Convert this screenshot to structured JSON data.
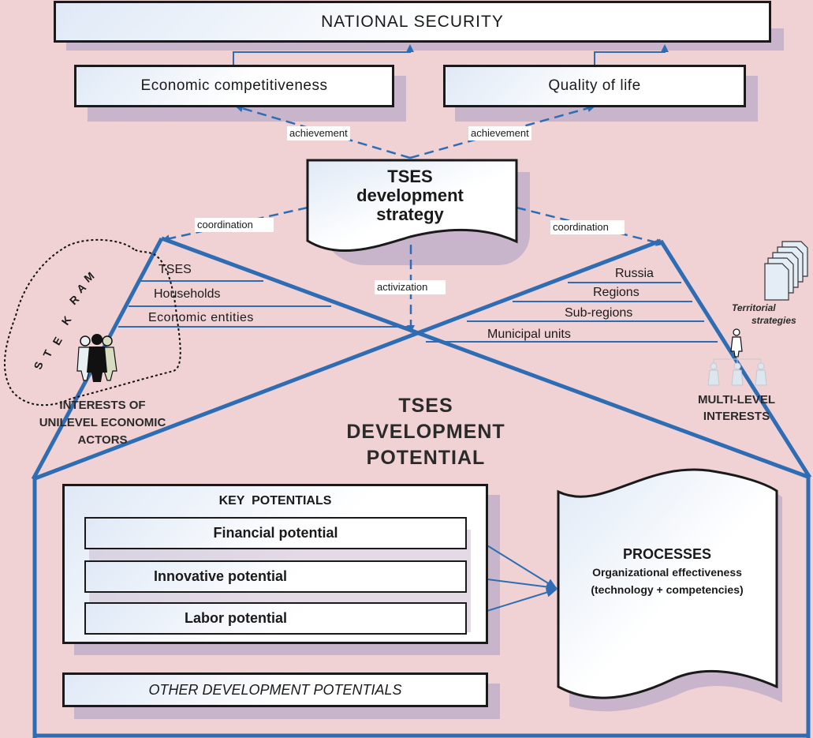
{
  "top": {
    "national_security": "NATIONAL SECURITY",
    "economic_competitiveness": "Economic competitiveness",
    "quality_of_life": "Quality of life"
  },
  "labels": {
    "achievement_left": "achievement",
    "achievement_right": "achievement",
    "coordination_left": "coordination",
    "coordination_right": "coordination",
    "activization": "activization"
  },
  "strategy": {
    "line1": "TSES",
    "line2": "development",
    "line3": "strategy"
  },
  "left_levels": [
    "TSES",
    "Households",
    "Economic entities"
  ],
  "right_levels": [
    "Russia",
    "Regions",
    "Sub-regions",
    "Municipal units"
  ],
  "markets": [
    "M",
    "A",
    "R",
    "K",
    "E",
    "T",
    "S"
  ],
  "unilevel": {
    "line1": "INTERESTS OF",
    "line2": "UNILEVEL ECONOMIC",
    "line3": "ACTORS"
  },
  "multilevel": {
    "line1": "MULTI-LEVEL",
    "line2": "INTERESTS"
  },
  "territorial": {
    "line1": "Territorial",
    "line2": "strategies"
  },
  "potential_title": {
    "line1": "TSES",
    "line2": "DEVELOPMENT",
    "line3": "POTENTIAL"
  },
  "key_potentials": {
    "title": "KEY  POTENTIALS",
    "items": [
      "Financial potential",
      "Innovative potential",
      "Labor potential"
    ]
  },
  "other_potentials": "OTHER DEVELOPMENT POTENTIALS",
  "processes": {
    "title": "PROCESSES",
    "line1": "Organizational effectiveness",
    "line2": "(technology + competencies)"
  },
  "colors": {
    "background": "#f0d2d4",
    "line_blue": "#2e6db4",
    "shadow": "#c8b5cb",
    "border": "#1a1a1a"
  }
}
